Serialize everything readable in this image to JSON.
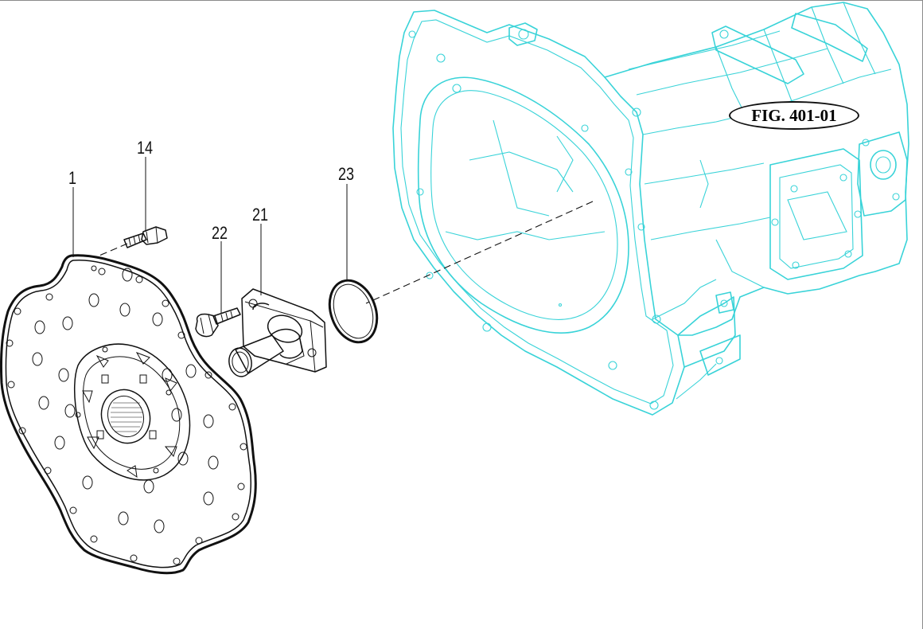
{
  "figure_label": "FIG. 401-01",
  "callouts": {
    "clutch_disc": "1",
    "bolt": "14",
    "bearing_retainer": "21",
    "retainer_bolt": "22",
    "o_ring": "23"
  },
  "colors": {
    "housing_outline": "#39d3d8",
    "part_outline": "#111111",
    "background": "#ffffff"
  }
}
